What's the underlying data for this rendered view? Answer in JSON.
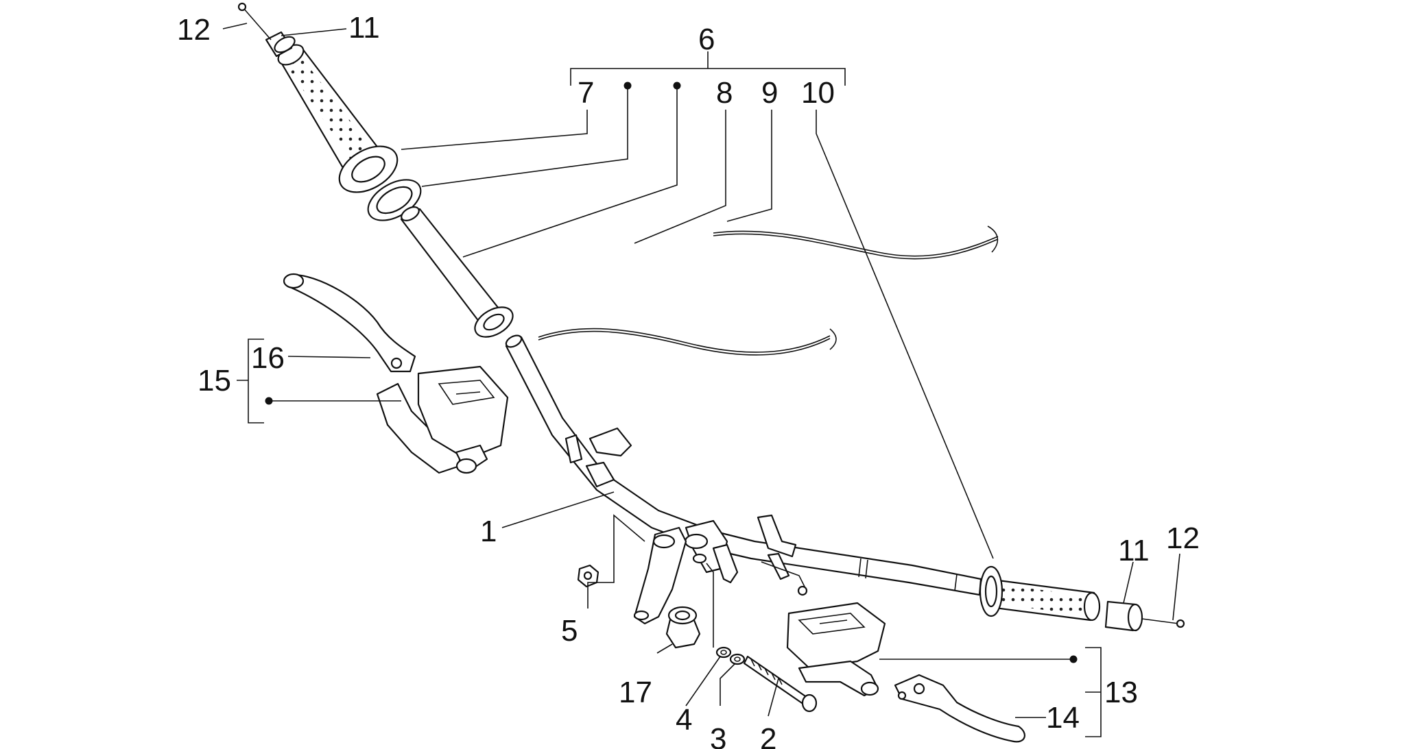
{
  "diagram": {
    "callouts": {
      "c1": "1",
      "c2": "2",
      "c3": "3",
      "c4": "4",
      "c5": "5",
      "c6": "6",
      "c7": "7",
      "c8": "8",
      "c9": "9",
      "c10": "10",
      "c11_top": "11",
      "c12_top": "12",
      "c11_right": "11",
      "c12_right": "12",
      "c13": "13",
      "c14": "14",
      "c15": "15",
      "c16": "16",
      "c17": "17"
    },
    "colors": {
      "line": "#111111",
      "background": "#ffffff"
    }
  }
}
